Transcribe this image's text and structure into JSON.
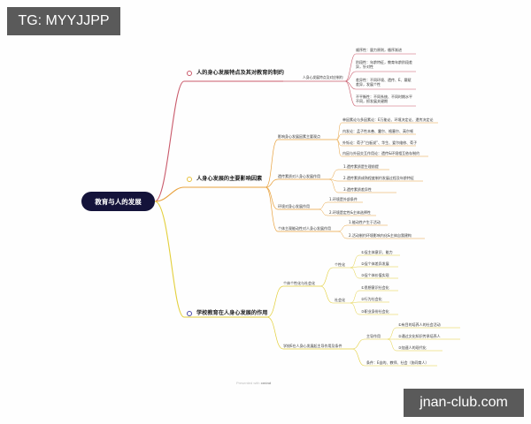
{
  "watermarks": {
    "top_left": "TG: MYYJJPP",
    "bottom_right": "jnan-club.com"
  },
  "footer": {
    "presented_with": "Presented with",
    "brand": "xmind"
  },
  "colors": {
    "root_bg": "#14133a",
    "branch1": "#c9596a",
    "branch2": "#e8a13c",
    "branch3": "#e3cf3a",
    "branch3_dot": "#4a4aa8"
  },
  "mindmap": {
    "root": "教育与人的发展",
    "branches": [
      {
        "label": "人的身心发展特点及其对教育的制约",
        "children": [
          {
            "label": "人身心发展特点及对应制约",
            "children": [
              "顺序性：量力原则，循序渐进",
              "阶段性：年龄特征，教育年龄阶段差异，针对性",
              "差异性：不同环境、遗传、E、禀赋差异，发展个性",
              "不平衡性：不同系统、不同时期水平不同，抓发展关键期"
            ]
          }
        ]
      },
      {
        "label": "人身心发展的主要影响因素",
        "children": [
          {
            "label": "影响身心发展因素主要观点",
            "children": [
              "单因素论与多因素论：E万能论、环境决定论、遗传决定论",
              "内发论：孟子性本善、霍尔、格塞尔、高尔顿",
              "外铄论：荀子“白板说”、华生、爱尔维修、荀子",
              "内因与外因交互作用论：遗传&环境相互依存制约"
            ]
          },
          {
            "label": "遗传素质对人身心发展作用",
            "children": [
              "1.遗传素质是生理前提",
              "2.遗传素质成熟程度制约发展过程及年龄特征",
              "3.遗传素质差异性"
            ]
          },
          {
            "label": "环境对身心发展作用",
            "children": [
              "1.环境是外部条件",
              "2.环境是定性&主体选择性"
            ]
          },
          {
            "label": "个体主观能动性对人身心发展作用",
            "children": [
              "1.能动性产生于活动",
              "2.活动制约环境影响内化&主体自我建构"
            ]
          }
        ]
      },
      {
        "label": "学校教育在人身心发展的作用",
        "children": [
          {
            "label": "个体个性化与社会化",
            "children": [
              {
                "label": "个性化",
                "children": [
                  "①促主体意识、能力",
                  "②促个体差异发展",
                  "③促个体价值实现"
                ]
              },
              {
                "label": "社会化",
                "children": [
                  "①思想意识社会化",
                  "②行为社会化",
                  "③职业身份社会化"
                ]
              }
            ]
          },
          {
            "label": "学校E在人身心发展起主导作用及条件",
            "children": [
              {
                "label": "主导作用",
                "children": [
                  "①有目的培养人的社会活动",
                  "②通过文化知识传承培养人",
                  "③加速人的现代化"
                ]
              },
              {
                "label": "条件：E自的、教师、社会（协同育人）",
                "children": []
              }
            ]
          }
        ]
      }
    ]
  }
}
